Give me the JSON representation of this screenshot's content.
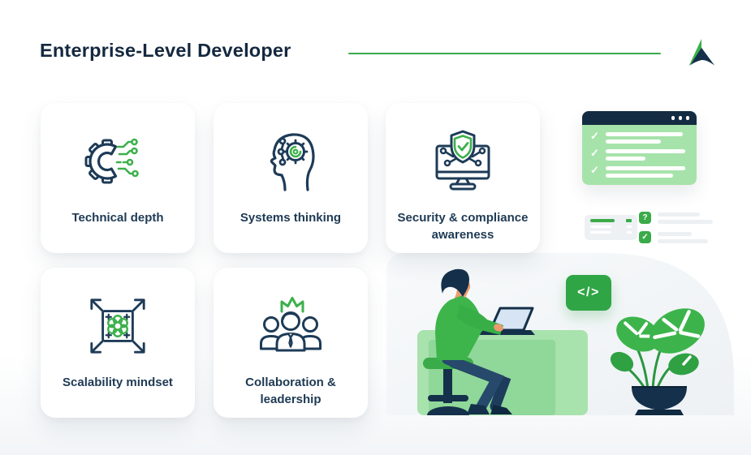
{
  "header": {
    "title": "Enterprise-Level Developer",
    "logo": "mountain-arrow-logo"
  },
  "cards": [
    {
      "label": "Technical depth",
      "icon": "gear-circuit-icon"
    },
    {
      "label": "Systems thinking",
      "icon": "head-gear-icon"
    },
    {
      "label": "Security & compliance awareness",
      "icon": "monitor-shield-icon"
    },
    {
      "label": "Scalability mindset",
      "icon": "expand-arrows-icon"
    },
    {
      "label": "Collaboration & leadership",
      "icon": "team-crown-icon"
    }
  ],
  "checklist_window": {
    "check_glyph": "✓",
    "rows": 3,
    "titlebar_dots": 3
  },
  "help_list": {
    "question_glyph": "?",
    "check_glyph": "✓"
  },
  "code_badge": {
    "label": "</>"
  },
  "illustration": {
    "scene": "developer seated on stool at green desk with laptop, monstera plant in navy pot",
    "background": "light gray rounded blob"
  },
  "colors": {
    "navy": "#132c42",
    "icon_stroke": "#1d3b57",
    "green": "#3bb04a",
    "light_green": "#a6e3aa",
    "accent_line": "#3aa84a",
    "text": "#1e3a54",
    "gray_bar": "#edf0f3"
  }
}
